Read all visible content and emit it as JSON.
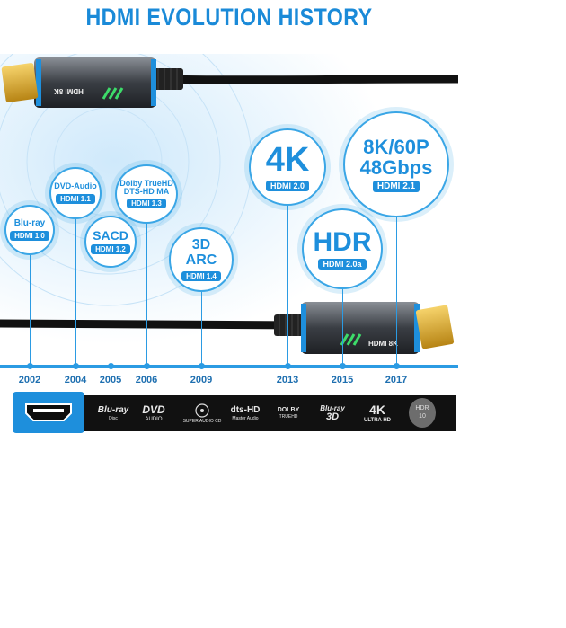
{
  "title": "HDMI EVOLUTION HISTORY",
  "colors": {
    "accent": "#1e8fdc",
    "timeline": "#2b9be3",
    "bar": "#111111",
    "title": "#1a8ad8"
  },
  "cable_text": {
    "top_connector": "HDMI 8K",
    "bottom_connector": "HDMI 8K"
  },
  "milestones": [
    {
      "year": "2002",
      "title": "Blu-ray",
      "badge": "HDMI 1.0"
    },
    {
      "year": "2004",
      "title": "DVD-Audio",
      "badge": "HDMI 1.1"
    },
    {
      "year": "2005",
      "title": "SACD",
      "badge": "HDMI 1.2"
    },
    {
      "year": "2006",
      "title_line1": "Dolby TrueHD",
      "title_line2": "DTS-HD MA",
      "badge": "HDMI 1.3"
    },
    {
      "year": "2009",
      "title_line1": "3D",
      "title_line2": "ARC",
      "badge": "HDMI 1.4"
    },
    {
      "year": "2013",
      "title": "4K",
      "badge": "HDMI 2.0"
    },
    {
      "year": "2015",
      "title": "HDR",
      "badge": "HDMI 2.0a"
    },
    {
      "year": "2017",
      "title_line1": "8K/60P",
      "title_line2": "48Gbps",
      "badge": "HDMI 2.1"
    }
  ],
  "logos": {
    "bluray": {
      "main": "Blu-ray",
      "sub": "Disc"
    },
    "dvd": {
      "main": "DVD",
      "sub": "AUDIO"
    },
    "sacd": {
      "sub": "SUPER AUDIO CD"
    },
    "dts": {
      "main": "dts-HD",
      "sub": "Master Audio"
    },
    "dolby": {
      "main": "DOLBY",
      "sub": "TRUEHD"
    },
    "bluray3d": {
      "main": "Blu-ray",
      "sub": "3D"
    },
    "fourk": {
      "main": "4K",
      "sub": "ULTRA HD"
    },
    "hdr10": {
      "main": "HDR",
      "sub": "10"
    }
  }
}
